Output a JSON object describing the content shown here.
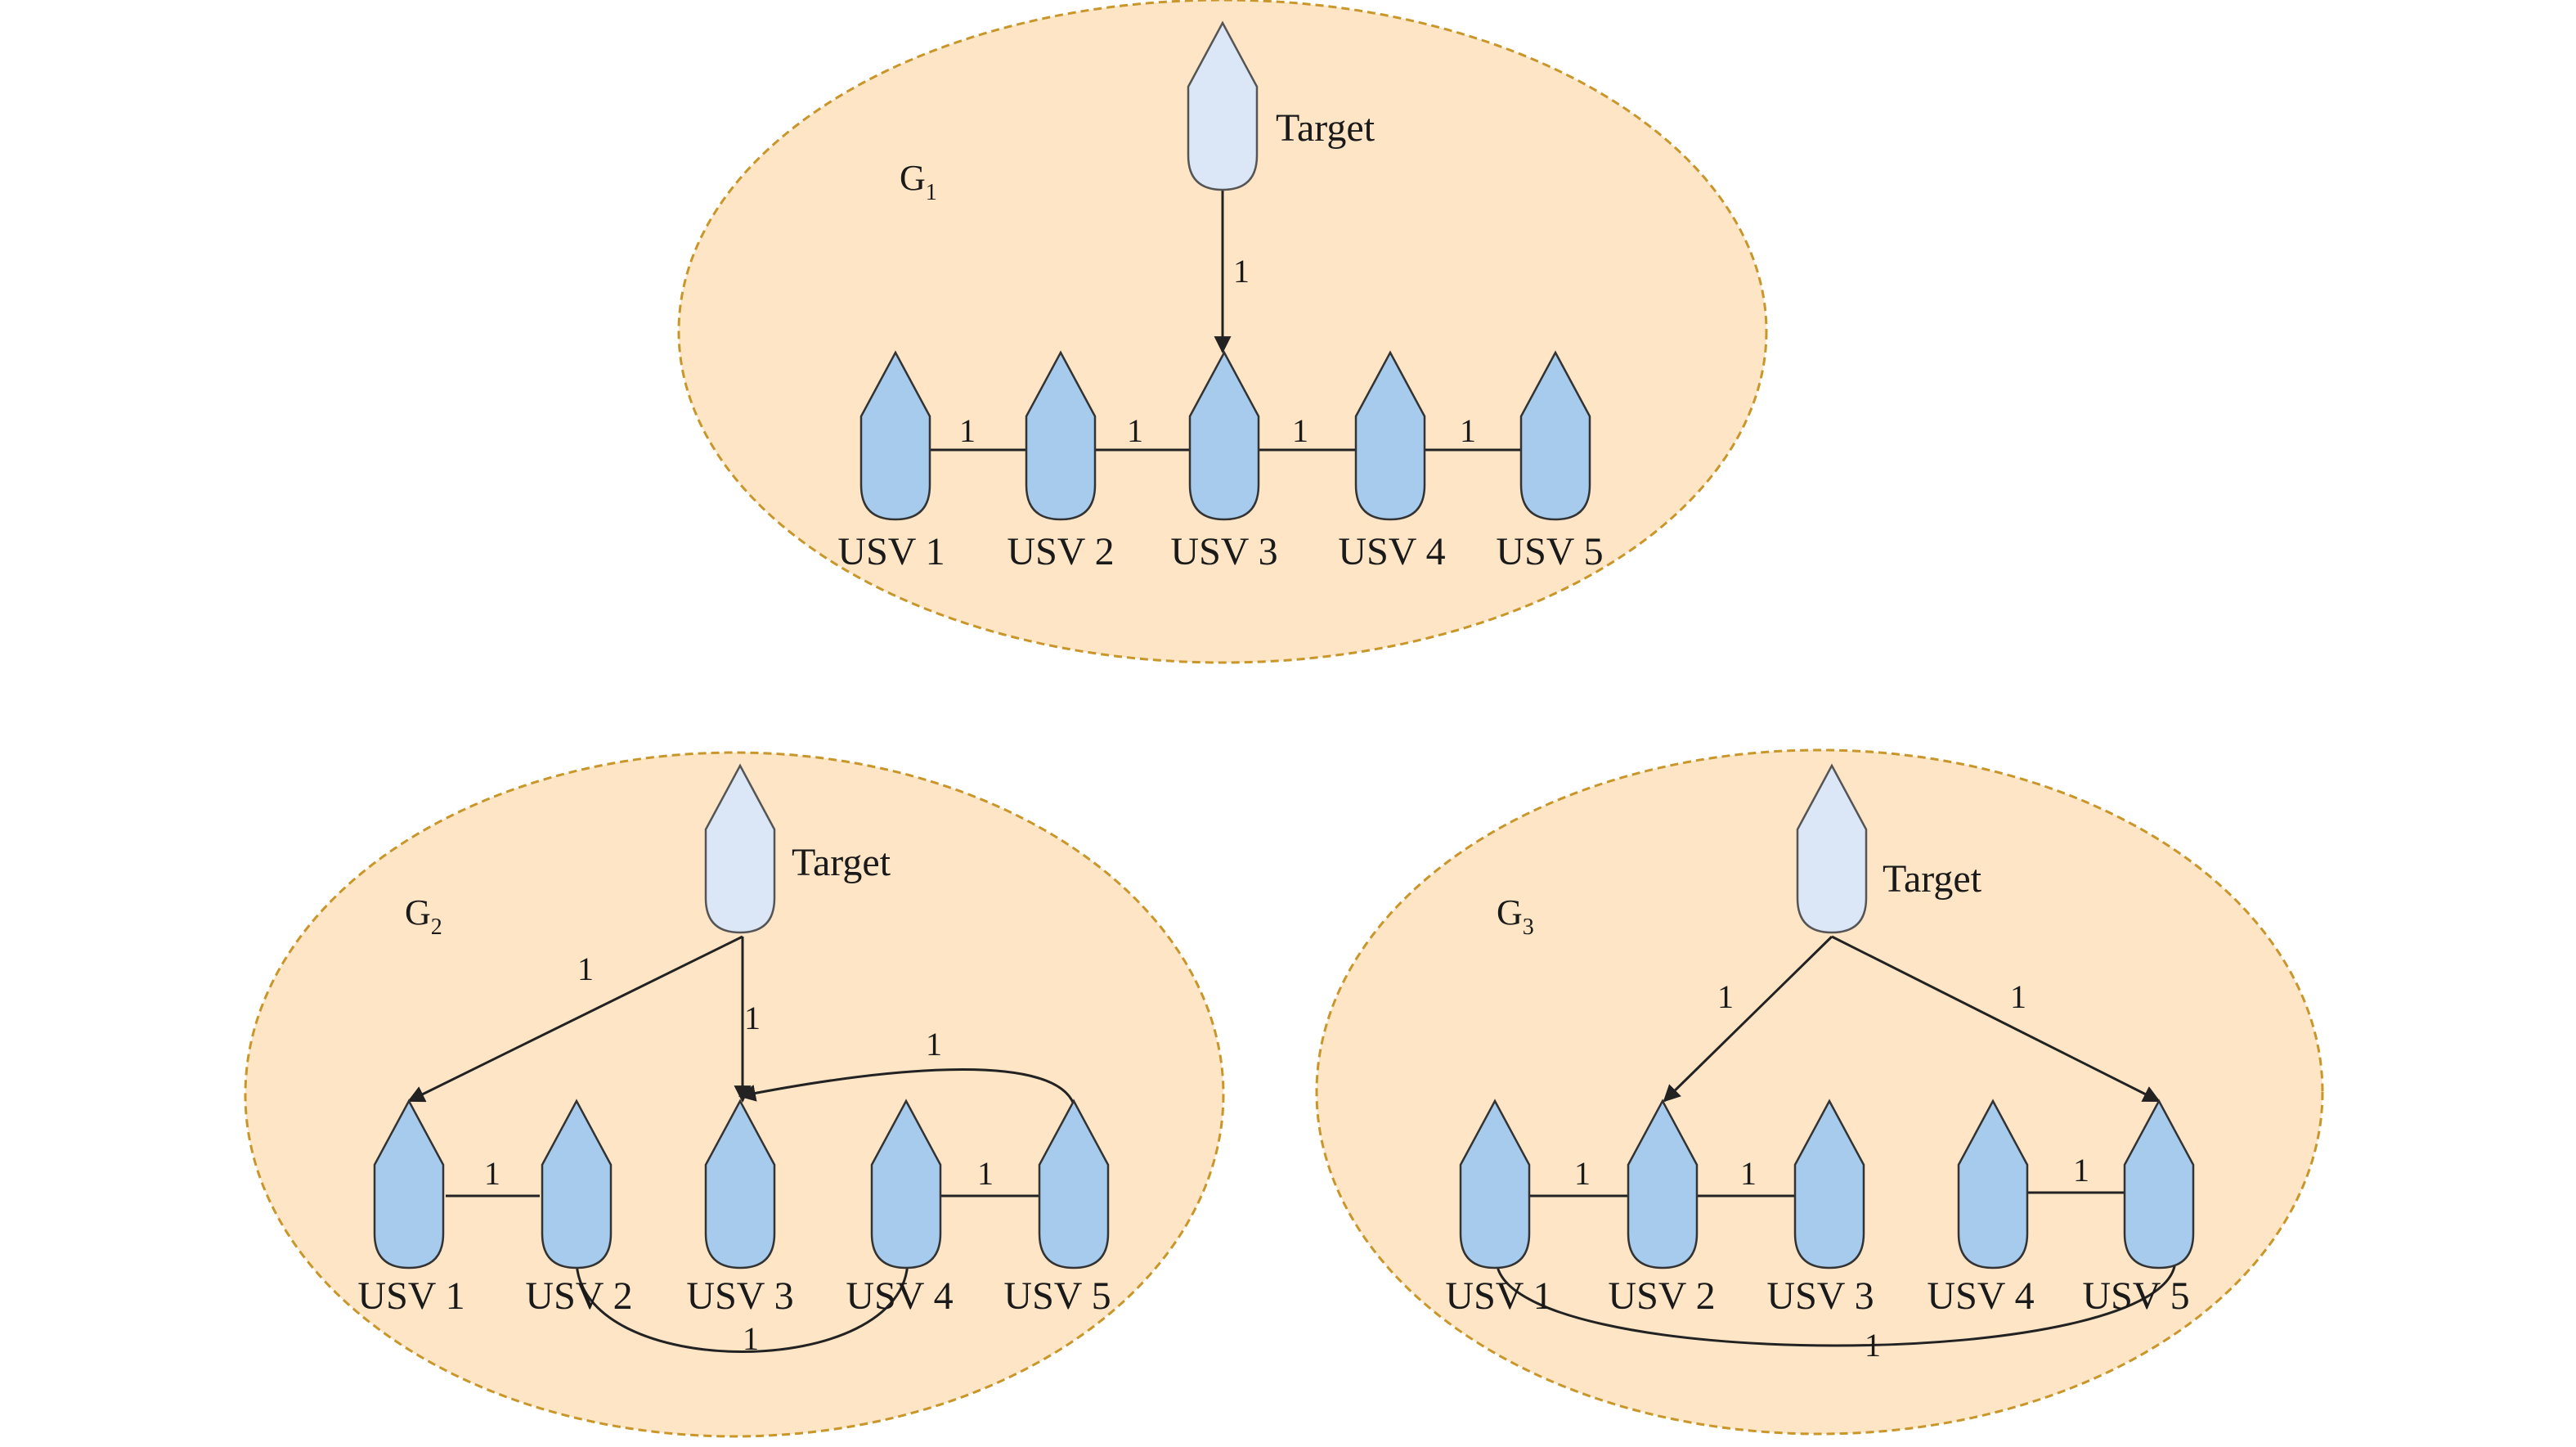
{
  "colors": {
    "group_fill": "#fde5c6",
    "group_border": "#c9962a",
    "usv_fill": "#a6cbec",
    "target_fill": "#dbe7f6",
    "stroke": "#222222"
  },
  "icons": {
    "usv": "boat-icon",
    "target": "target-boat-icon"
  },
  "groups": [
    {
      "label": "G",
      "subscript": "1",
      "target_label": "Target",
      "usv_labels": [
        "USV 1",
        "USV 2",
        "USV 3",
        "USV 4",
        "USV 5"
      ],
      "weights": {
        "t_usv3": "1",
        "u1_u2": "1",
        "u2_u3": "1",
        "u3_u4": "1",
        "u4_u5": "1"
      }
    },
    {
      "label": "G",
      "subscript": "2",
      "target_label": "Target",
      "usv_labels": [
        "USV 1",
        "USV 2",
        "USV 3",
        "USV 4",
        "USV 5"
      ],
      "weights": {
        "t_usv1": "1",
        "t_usv3": "1",
        "u5_u3": "1",
        "u1_u2": "1",
        "u4_u5": "1",
        "u2_u4": "1"
      }
    },
    {
      "label": "G",
      "subscript": "3",
      "target_label": "Target",
      "usv_labels": [
        "USV 1",
        "USV 2",
        "USV 3",
        "USV 4",
        "USV 5"
      ],
      "weights": {
        "t_usv2": "1",
        "t_usv5": "1",
        "u1_u2": "1",
        "u2_u3": "1",
        "u4_u5": "1",
        "u1_u5": "1"
      }
    }
  ]
}
